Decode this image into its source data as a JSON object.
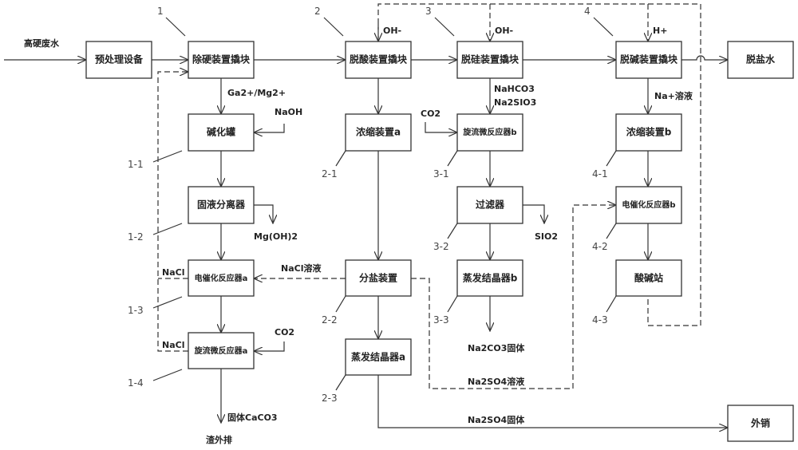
{
  "input_label": "高硬废水",
  "boxes": {
    "pretreat": "预处理设备",
    "hardness_removal": "除硬装置撬块",
    "deacid": "脱酸装置撬块",
    "desilicon": "脱硅装置撬块",
    "dealkali": "脱碱装置撬块",
    "desalted_water": "脱盐水",
    "alkalization_tank": "碱化罐",
    "solid_liquid_separator": "固液分离器",
    "electrocatalytic_a": "电催化反应器a",
    "cyclone_micro_a": "旋流微反应器a",
    "concentrator_a": "浓缩装置a",
    "salt_separation": "分盐装置",
    "evaporator_a": "蒸发结晶器a",
    "cyclone_micro_b": "旋流微反应器b",
    "filter": "过滤器",
    "evaporator_b": "蒸发结晶器b",
    "concentrator_b": "浓缩装置b",
    "electrocatalytic_b": "电催化反应器b",
    "acid_base_station": "酸碱站",
    "export": "外销"
  },
  "labels": {
    "ca_mg": "Ga2+/Mg2+",
    "naoh": "NaOH",
    "mgoh2": "Mg(OH)2",
    "nacl_1": "NaCl",
    "nacl_2": "NaCl",
    "nacl_solution": "NaCl溶液",
    "co2_a": "CO2",
    "caco3": "固体CaCO3",
    "slag": "渣外排",
    "oh_1": "OH-",
    "oh_2": "OH-",
    "h_plus": "H+",
    "nahco3": "NaHCO3",
    "na2sio3": "Na2SIO3",
    "co2_b": "CO2",
    "sio2": "SIO2",
    "na2co3": "Na2CO3固体",
    "na2so4_solution": "Na2SO4溶液",
    "na2so4_solid": "Na2SO4固体",
    "na_solution": "Na+溶液"
  },
  "refs": [
    "1",
    "2",
    "3",
    "4",
    "1-1",
    "1-2",
    "1-3",
    "1-4",
    "2-1",
    "2-2",
    "2-3",
    "3-1",
    "3-2",
    "3-3",
    "4-1",
    "4-2",
    "4-3"
  ]
}
